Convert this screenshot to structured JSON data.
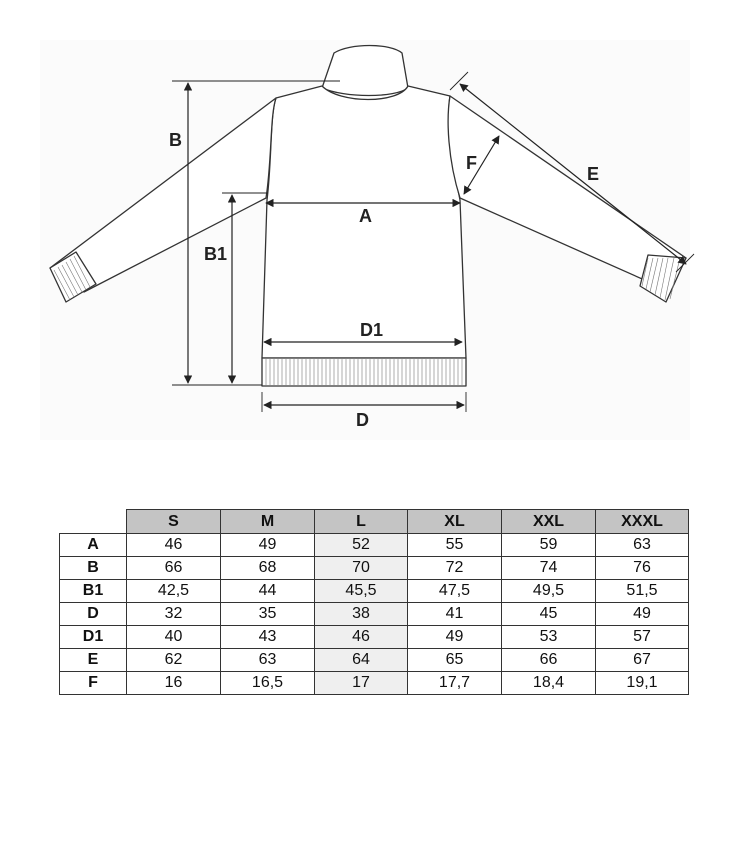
{
  "diagram": {
    "labels": {
      "a": "A",
      "b": "B",
      "b1": "B1",
      "d": "D",
      "d1": "D1",
      "e": "E",
      "f": "F"
    }
  },
  "table": {
    "columns": [
      "S",
      "M",
      "L",
      "XL",
      "XXL",
      "XXXL"
    ],
    "highlight_column": "L",
    "highlight_color": "#efefef",
    "header_color": "#c4c4c4",
    "rows": [
      {
        "label": "A",
        "values": [
          "46",
          "49",
          "52",
          "55",
          "59",
          "63"
        ]
      },
      {
        "label": "B",
        "values": [
          "66",
          "68",
          "70",
          "72",
          "74",
          "76"
        ]
      },
      {
        "label": "B1",
        "values": [
          "42,5",
          "44",
          "45,5",
          "47,5",
          "49,5",
          "51,5"
        ]
      },
      {
        "label": "D",
        "values": [
          "32",
          "35",
          "38",
          "41",
          "45",
          "49"
        ]
      },
      {
        "label": "D1",
        "values": [
          "40",
          "43",
          "46",
          "49",
          "53",
          "57"
        ]
      },
      {
        "label": "E",
        "values": [
          "62",
          "63",
          "64",
          "65",
          "66",
          "67"
        ]
      },
      {
        "label": "F",
        "values": [
          "16",
          "16,5",
          "17",
          "17,7",
          "18,4",
          "19,1"
        ]
      }
    ]
  }
}
